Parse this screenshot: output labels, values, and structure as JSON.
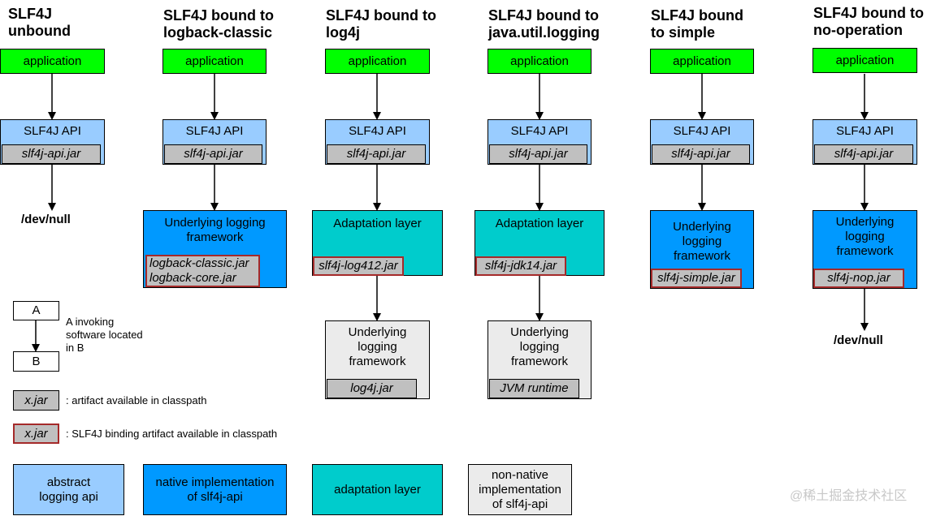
{
  "columns": [
    {
      "title_line1": "SLF4J",
      "title_line2": "unbound",
      "application": "application",
      "api_label": "SLF4J API",
      "api_jar": "slf4j-api.jar",
      "bottom": "/dev/null"
    },
    {
      "title_line1": "SLF4J bound to",
      "title_line2": "logback-classic",
      "application": "application",
      "api_label": "SLF4J API",
      "api_jar": "slf4j-api.jar",
      "framework_line1": "Underlying logging",
      "framework_line2": "framework",
      "jar_line1": "logback-classic.jar",
      "jar_line2": "logback-core.jar"
    },
    {
      "title_line1": "SLF4J bound to",
      "title_line2": "log4j",
      "application": "application",
      "api_label": "SLF4J API",
      "api_jar": "slf4j-api.jar",
      "adapt_label": "Adaptation layer",
      "adapt_jar": "slf4j-log412.jar",
      "framework_line1": "Underlying",
      "framework_line2": "logging",
      "framework_line3": "framework",
      "framework_jar": "log4j.jar"
    },
    {
      "title_line1": "SLF4J bound to",
      "title_line2": "java.util.logging",
      "application": "application",
      "api_label": "SLF4J API",
      "api_jar": "slf4j-api.jar",
      "adapt_label": "Adaptation layer",
      "adapt_jar": "slf4j-jdk14.jar",
      "framework_line1": "Underlying",
      "framework_line2": "logging",
      "framework_line3": "framework",
      "framework_jar": "JVM runtime"
    },
    {
      "title_line1": "SLF4J bound",
      "title_line2": "to simple",
      "application": "application",
      "api_label": "SLF4J API",
      "api_jar": "slf4j-api.jar",
      "framework_line1": "Underlying",
      "framework_line2": "logging",
      "framework_line3": "framework",
      "framework_jar": "slf4j-simple.jar"
    },
    {
      "title_line1": "SLF4J bound to",
      "title_line2": "no-operation",
      "application": "application",
      "api_label": "SLF4J API",
      "api_jar": "slf4j-api.jar",
      "framework_line1": "Underlying",
      "framework_line2": "logging",
      "framework_line3": "framework",
      "framework_jar": "slf4j-nop.jar",
      "bottom": "/dev/null"
    }
  ],
  "legend": {
    "a_label": "A",
    "b_label": "B",
    "invoke_line1": "A invoking",
    "invoke_line2": "software located",
    "invoke_line3": "in B",
    "jar_sample": "x.jar",
    "jar_text": ": artifact available in classpath",
    "binding_sample": "x.jar",
    "binding_text": ": SLF4J binding artifact available in classpath",
    "abstract_line1": "abstract",
    "abstract_line2": "logging api",
    "native_line1": "native implementation",
    "native_line2": "of slf4j-api",
    "adaptation": "adaptation layer",
    "nonnative_line1": "non-native",
    "nonnative_line2": "implementation",
    "nonnative_line3": "of slf4j-api"
  },
  "watermark": "@稀土掘金技术社区",
  "colors": {
    "application": "#00ff00",
    "abstract_api": "#99ccff",
    "native_impl": "#0099ff",
    "adaptation": "#00cccc",
    "non_native": "#ebebeb",
    "jar": "#c0c0c0",
    "binding_border": "#a52a2a"
  }
}
